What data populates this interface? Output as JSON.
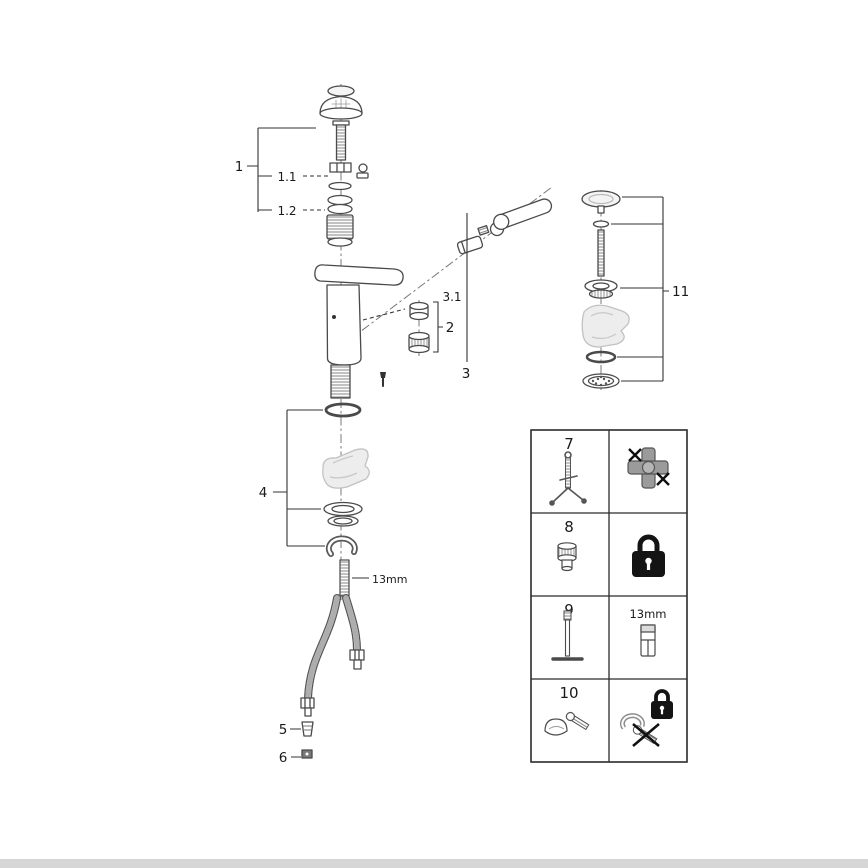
{
  "diagram": {
    "labels": {
      "p1": "1",
      "p1_1": "1.1",
      "p1_2": "1.2",
      "p2": "2",
      "p3": "3",
      "p3_1": "3.1",
      "p4": "4",
      "p5": "5",
      "p6": "6",
      "p11": "11",
      "stud_wrench_size": "13mm"
    },
    "table": {
      "rows": [
        {
          "num": "7",
          "left_icon": "mounting-kit-icon",
          "right_icon": "cross-fitting-warning-icon"
        },
        {
          "num": "8",
          "left_icon": "valve-part-icon",
          "right_icon": "padlock-icon"
        },
        {
          "num": "9",
          "left_icon": "long-pin-tool-icon",
          "right_icon": "socket-13mm-icon",
          "tool_size": "13mm"
        },
        {
          "num": "10",
          "left_icon": "cap-and-screw-icon",
          "right_icon": "bracket-lock-screw-icon"
        }
      ]
    },
    "colors": {
      "line": "#4a4a4a",
      "ghost": "#c9c9c9",
      "lock": "#141414",
      "bottom_bar": "#d6d6d6",
      "background": "#ffffff"
    }
  }
}
